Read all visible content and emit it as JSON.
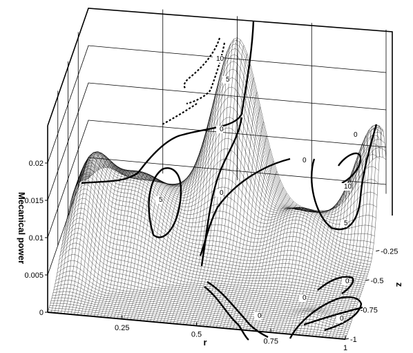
{
  "chart_data": {
    "type": "surface",
    "title": "",
    "zlabel": "Mecanical power",
    "xlabel": "r",
    "ylabel": "z",
    "z_ticks": [
      "0",
      "0.005",
      "0.01",
      "0.015",
      "0.02"
    ],
    "r_ticks": [
      "0.25",
      "0.5",
      "0.75",
      "1"
    ],
    "z_axis_ticks": [
      "-0.25",
      "-0.5",
      "-0.75",
      "-1"
    ],
    "zlim": [
      0,
      0.025
    ],
    "rlim": [
      0,
      1
    ],
    "zaxis_lim": [
      -1,
      0
    ],
    "grid": true,
    "contour_levels": [
      0,
      5,
      10
    ],
    "contour_labels": [
      "10",
      "5",
      "0",
      "0",
      "5",
      "0",
      "10",
      "0",
      "5",
      "0",
      "0",
      "0",
      "0"
    ],
    "colors": {
      "surface_line": "#000000",
      "background": "#ffffff"
    }
  }
}
